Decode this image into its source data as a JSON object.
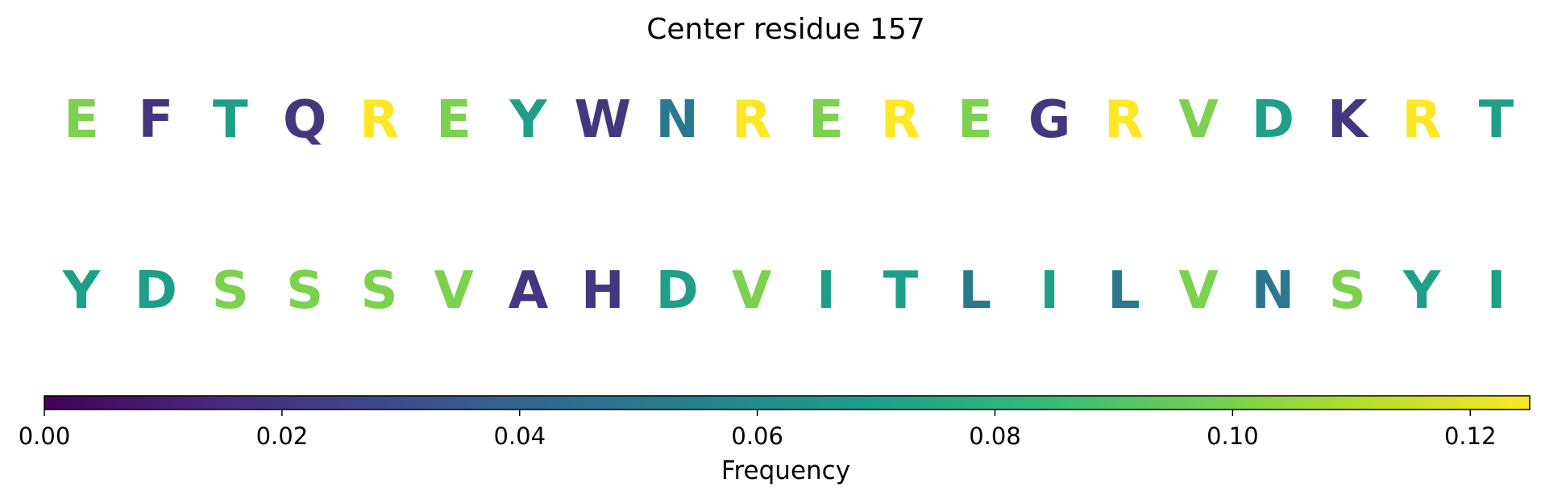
{
  "chart_data": {
    "type": "heatmap",
    "title": "Center residue 157",
    "rows": [
      {
        "letters": [
          "E",
          "F",
          "T",
          "Q",
          "R",
          "E",
          "Y",
          "W",
          "N",
          "R",
          "E",
          "R",
          "E",
          "G",
          "R",
          "V",
          "D",
          "K",
          "R",
          "T"
        ],
        "frequencies": [
          0.1,
          0.02,
          0.07,
          0.02,
          0.125,
          0.1,
          0.07,
          0.02,
          0.05,
          0.125,
          0.1,
          0.125,
          0.1,
          0.02,
          0.125,
          0.1,
          0.07,
          0.02,
          0.125,
          0.07
        ]
      },
      {
        "letters": [
          "Y",
          "D",
          "S",
          "S",
          "S",
          "V",
          "A",
          "H",
          "D",
          "V",
          "I",
          "T",
          "L",
          "I",
          "L",
          "V",
          "N",
          "S",
          "Y",
          "I"
        ],
        "frequencies": [
          0.07,
          0.07,
          0.1,
          0.1,
          0.1,
          0.1,
          0.02,
          0.02,
          0.07,
          0.1,
          0.07,
          0.07,
          0.05,
          0.07,
          0.05,
          0.1,
          0.05,
          0.1,
          0.07,
          0.07
        ]
      }
    ],
    "colorbar": {
      "label": "Frequency",
      "min": 0.0,
      "max": 0.125,
      "ticks": [
        0.0,
        0.02,
        0.04,
        0.06,
        0.08,
        0.1,
        0.12
      ],
      "tick_labels": [
        "0.00",
        "0.02",
        "0.04",
        "0.06",
        "0.08",
        "0.10",
        "0.12"
      ],
      "colormap": "viridis",
      "orientation": "horizontal"
    }
  }
}
